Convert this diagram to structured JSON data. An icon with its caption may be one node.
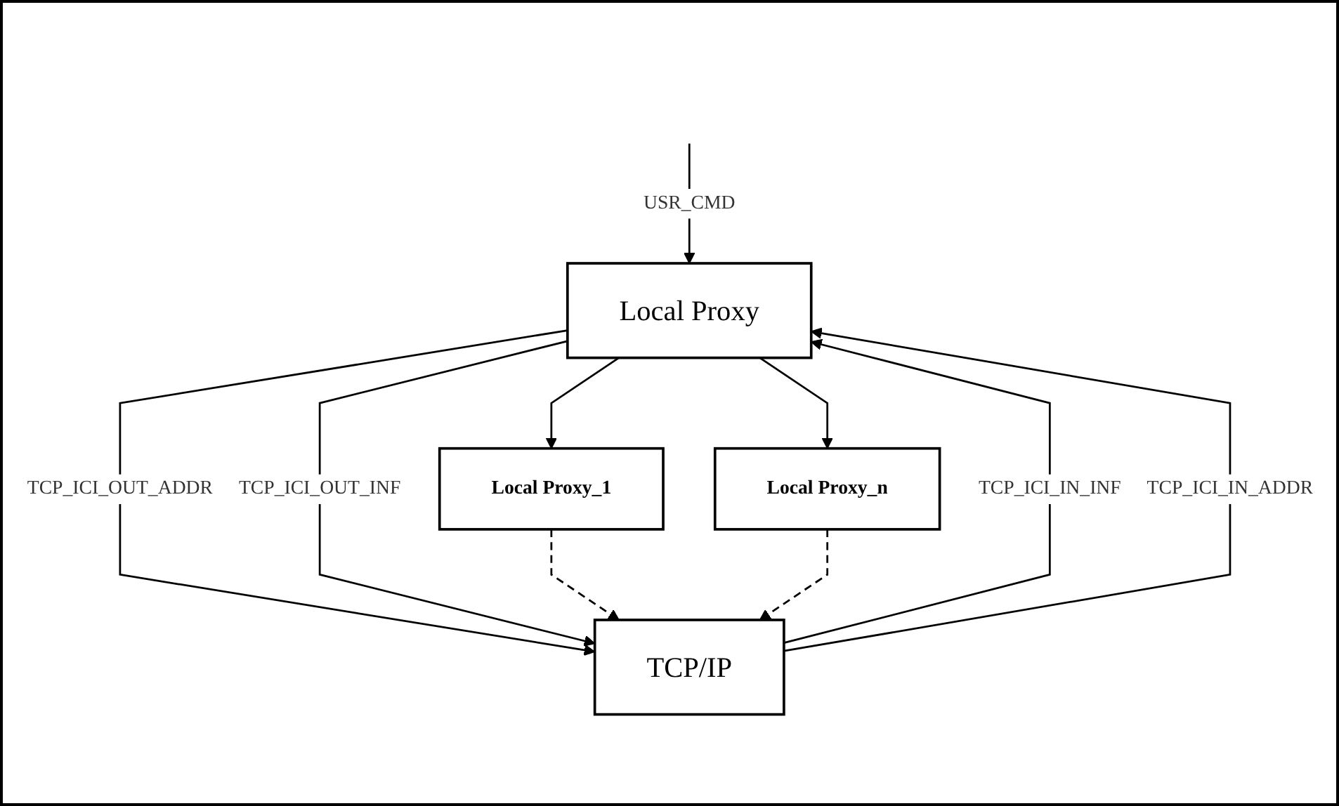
{
  "diagram": {
    "nodes": [
      {
        "text": [
          "Local Proxy"
        ]
      },
      {
        "text": [
          "Local Proxy_1"
        ]
      },
      {
        "text": [
          "Local Proxy_n"
        ]
      },
      {
        "text": [
          "TCP/IP"
        ]
      }
    ],
    "edges": [
      {
        "from": null,
        "to": 0,
        "arrow": "to",
        "label": "USR_CMD"
      },
      {
        "from": 0,
        "to": 1,
        "arrow": "to"
      },
      {
        "from": 0,
        "to": 2,
        "arrow": "to"
      },
      {
        "from": 0,
        "to": 3,
        "arrow": "to",
        "label": "TCP_ICI_OUT_ADDR"
      },
      {
        "from": 0,
        "to": 3,
        "arrow": "to",
        "label": "TCP_ICI_OUT_INF"
      },
      {
        "from": 3,
        "to": 0,
        "arrow": "to",
        "label": "TCP_ICI_IN_INF"
      },
      {
        "from": 3,
        "to": 0,
        "arrow": "to",
        "label": "TCP_ICI_IN_ADDR"
      },
      {
        "from": 1,
        "to": 3,
        "arrow": "to",
        "style": "dashed"
      },
      {
        "from": 2,
        "to": 3,
        "arrow": "to",
        "style": "dashed"
      }
    ]
  }
}
